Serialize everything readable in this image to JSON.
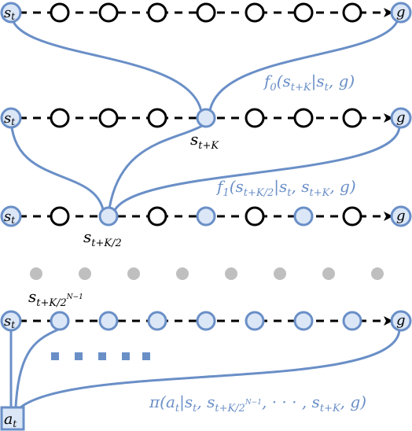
{
  "rows": [
    {
      "start_label": "s",
      "start_sub": "t",
      "goal_label": "g",
      "nodes": [
        "empty",
        "empty",
        "empty",
        "empty",
        "empty",
        "empty",
        "empty",
        "empty"
      ]
    },
    {
      "start_label": "s",
      "start_sub": "t",
      "goal_label": "g",
      "nodes": [
        "empty",
        "empty",
        "empty",
        "empty",
        "filled",
        "empty",
        "empty",
        "empty"
      ],
      "node_label_main": "s",
      "node_label_sub": "t+K"
    },
    {
      "start_label": "s",
      "start_sub": "t",
      "goal_label": "g",
      "nodes": [
        "empty",
        "empty",
        "filled",
        "empty",
        "filled",
        "empty",
        "filled",
        "empty"
      ],
      "node_label_main": "s",
      "node_label_sub": "t+K/2"
    },
    {
      "start_label": "s",
      "start_sub": "t",
      "goal_label": "g",
      "nodes": [
        "filled",
        "filled",
        "filled",
        "filled",
        "filled",
        "filled",
        "filled",
        "filled"
      ],
      "node_label_main": "s",
      "node_label_sub": "t+K/2",
      "node_label_sup": "N−1"
    }
  ],
  "formulas": {
    "f0": {
      "name": "f",
      "sub": "0",
      "arg": "(s",
      "argsub": "t+K",
      "rest": "|s",
      "restsub": "t",
      "tail": ", g)"
    },
    "f1": {
      "name": "f",
      "sub": "1",
      "arg": "(s",
      "argsub": "t+K/2",
      "rest": "|s",
      "restsub": "t",
      "mid": ", s",
      "midsub": "t+K",
      "tail": ", g)"
    },
    "pi": {
      "name": "π(a",
      "sub": "t",
      "rest": "|s",
      "restsub": "t",
      "mid": ", s",
      "midsub": "t+K/2",
      "midsup": "N−1",
      "dots": ", · · · , s",
      "dotsub": "t+K",
      "tail": ", g)"
    }
  },
  "action_label": "a",
  "action_sub": "t",
  "colors": {
    "blue": "#6a8fc7",
    "fill": "#dbe7f7",
    "gray_dot": "#bfbfbf",
    "black": "#000000"
  }
}
